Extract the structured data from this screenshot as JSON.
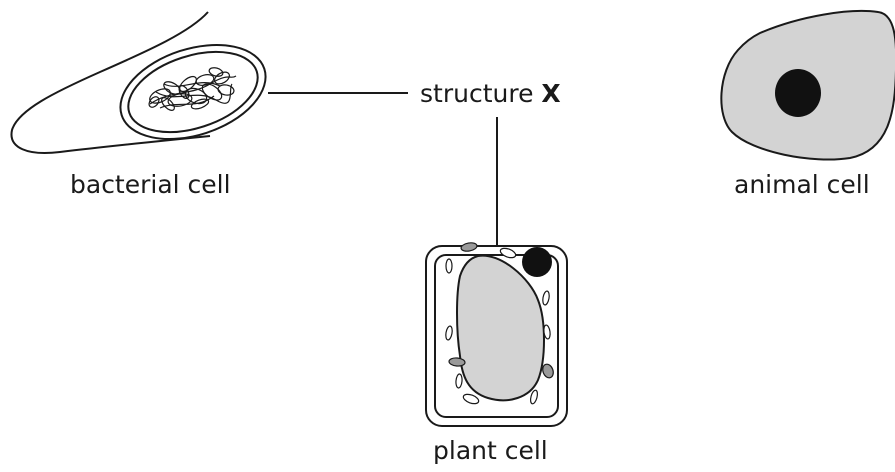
{
  "labels": {
    "structure_text": "structure",
    "structure_letter": "X",
    "bacterial": "bacterial cell",
    "animal": "animal cell",
    "plant": "plant cell"
  },
  "colors": {
    "outline": "#1a1a1a",
    "cytoplasm_fill": "#d3d3d3",
    "nucleus_fill": "#111111",
    "chloroplast_fill": "#9a9a9a",
    "background": "#ffffff"
  }
}
